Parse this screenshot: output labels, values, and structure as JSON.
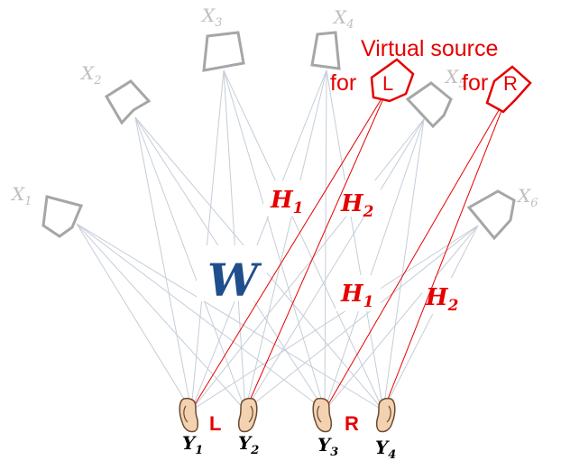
{
  "speakers": [
    {
      "label": "X",
      "sub": "1"
    },
    {
      "label": "X",
      "sub": "2"
    },
    {
      "label": "X",
      "sub": "3"
    },
    {
      "label": "X",
      "sub": "4"
    },
    {
      "label": "X",
      "sub": "5"
    },
    {
      "label": "X",
      "sub": "6"
    }
  ],
  "virtual_title": "Virtual source",
  "virtual_for_left": "for",
  "virtual_left_letter": "L",
  "virtual_for_right": "for",
  "virtual_right_letter": "R",
  "matrix_w": "W",
  "h_labels": [
    {
      "label": "H",
      "sub": "1"
    },
    {
      "label": "H",
      "sub": "2"
    },
    {
      "label": "H",
      "sub": "1"
    },
    {
      "label": "H",
      "sub": "2"
    }
  ],
  "ears": [
    {
      "label": "Y",
      "sub": "1"
    },
    {
      "label": "Y",
      "sub": "2"
    },
    {
      "label": "Y",
      "sub": "3"
    },
    {
      "label": "Y",
      "sub": "4"
    }
  ],
  "ear_left_tag": "L",
  "ear_right_tag": "R",
  "colors": {
    "speaker": "#a6a6a6",
    "line": "#c5cdd8",
    "virtual": "#e60000",
    "w": "#1f4e8c",
    "ear_skin": "#f2d2b0"
  }
}
